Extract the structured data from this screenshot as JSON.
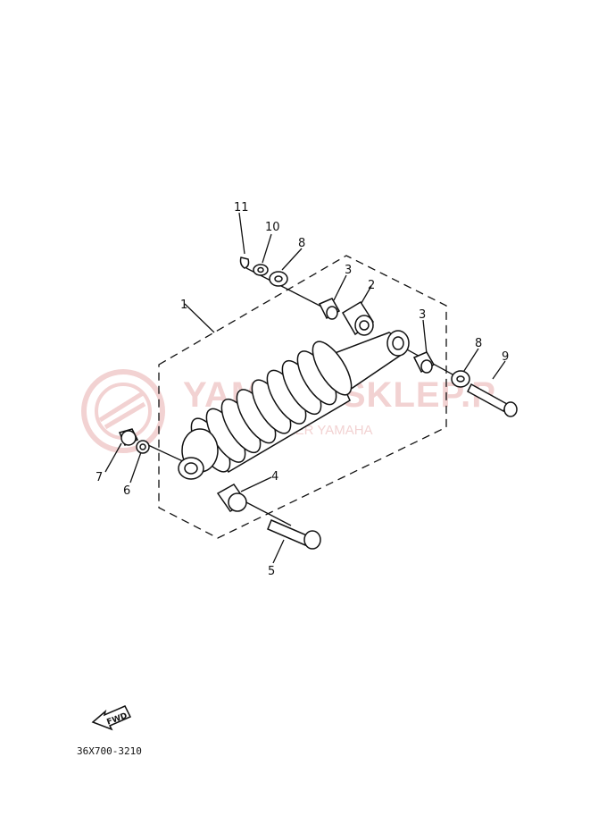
{
  "diagram": {
    "part_numbers": [
      "1",
      "2",
      "3",
      "3",
      "4",
      "5",
      "6",
      "7",
      "8",
      "8",
      "9",
      "10",
      "11"
    ],
    "drawing_code": "36X700-3210",
    "fwd_label": "FWD"
  },
  "watermark": {
    "brand": "YAMAHASKLEP.P",
    "tagline": "W... MILZ | DEALER YAMAHA",
    "color": "#f2d2d2"
  },
  "colors": {
    "ink": "#111111",
    "background": "#ffffff"
  }
}
